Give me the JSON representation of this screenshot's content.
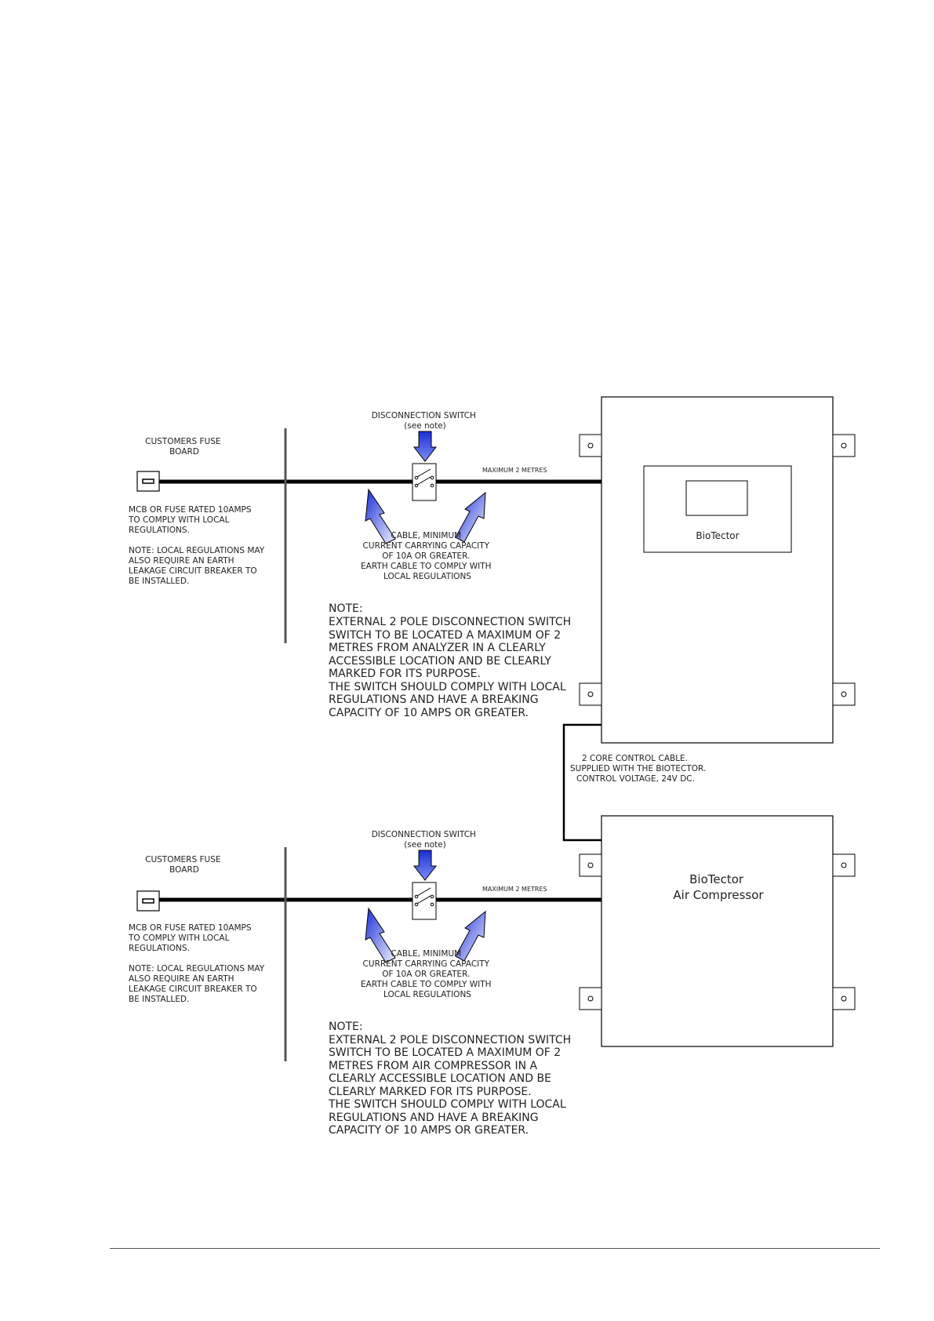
{
  "colors": {
    "arrow_fill_dark": "#1a2fd6",
    "arrow_fill_light": "#eef0ff",
    "line": "#000000",
    "text": "#222222"
  },
  "sections": [
    {
      "fuse_board_label": [
        "CUSTOMERS FUSE",
        "BOARD"
      ],
      "mcb_text": [
        "MCB OR FUSE RATED 10AMPS",
        "TO COMPLY WITH LOCAL",
        "REGULATIONS."
      ],
      "local_note": [
        "NOTE: LOCAL REGULATIONS MAY",
        "ALSO REQUIRE AN EARTH",
        "LEAKAGE CIRCUIT BREAKER TO",
        "BE INSTALLED."
      ],
      "switch_label": [
        "DISCONNECTION SWITCH",
        "(see note)"
      ],
      "max_distance": "MAXIMUM 2 METRES",
      "cable_text": [
        "CABLE, MINIMUM",
        "CURRENT CARRYING CAPACITY",
        "OF 10A OR GREATER.",
        "EARTH CABLE TO COMPLY WITH",
        "LOCAL REGULATIONS"
      ],
      "note": [
        "NOTE:",
        "EXTERNAL 2 POLE DISCONNECTION SWITCH",
        "SWITCH TO BE LOCATED A MAXIMUM OF 2",
        "METRES FROM ANALYZER IN A CLEARLY",
        "ACCESSIBLE LOCATION AND BE CLEARLY",
        "MARKED FOR ITS PURPOSE.",
        "THE SWITCH SHOULD COMPLY WITH LOCAL",
        "REGULATIONS AND HAVE A BREAKING",
        "CAPACITY OF 10 AMPS OR GREATER."
      ],
      "device_label": [
        "BioTector"
      ]
    },
    {
      "fuse_board_label": [
        "CUSTOMERS FUSE",
        "BOARD"
      ],
      "mcb_text": [
        "MCB OR FUSE RATED 10AMPS",
        "TO COMPLY WITH LOCAL",
        "REGULATIONS."
      ],
      "local_note": [
        "NOTE: LOCAL REGULATIONS MAY",
        "ALSO REQUIRE AN EARTH",
        "LEAKAGE CIRCUIT BREAKER TO",
        "BE INSTALLED."
      ],
      "switch_label": [
        "DISCONNECTION SWITCH",
        "(see note)"
      ],
      "max_distance": "MAXIMUM 2 METRES",
      "cable_text": [
        "CABLE, MINIMUM",
        "CURRENT CARRYING CAPACITY",
        "OF 10A OR GREATER.",
        "EARTH CABLE TO COMPLY WITH",
        "LOCAL REGULATIONS"
      ],
      "note": [
        "NOTE:",
        "EXTERNAL 2 POLE DISCONNECTION SWITCH",
        "SWITCH TO BE LOCATED A MAXIMUM OF 2",
        "METRES FROM AIR COMPRESSOR IN A",
        "CLEARLY ACCESSIBLE LOCATION AND BE",
        "CLEARLY MARKED FOR ITS PURPOSE.",
        "THE SWITCH SHOULD COMPLY WITH LOCAL",
        "REGULATIONS AND HAVE A BREAKING",
        "CAPACITY OF 10 AMPS OR GREATER."
      ],
      "device_label": [
        "BioTector",
        "Air Compressor"
      ]
    }
  ],
  "control_cable_text": [
    "2 CORE CONTROL CABLE.",
    "SUPPLIED WITH THE BIOTECTOR.",
    "CONTROL VOLTAGE, 24V DC."
  ]
}
